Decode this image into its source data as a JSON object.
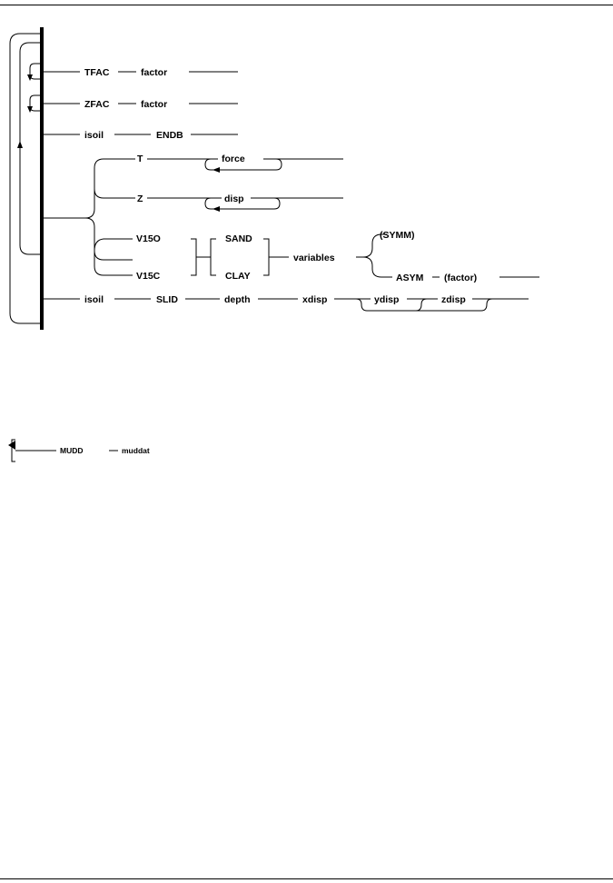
{
  "syntax_diagram": {
    "tokens": {
      "tfac": "TFAC",
      "tfac_factor": "factor",
      "zfac": "ZFAC",
      "zfac_factor": "factor",
      "isoil_1": "isoil",
      "endb": "ENDB",
      "t": "T",
      "force": "force",
      "z": "Z",
      "disp": "disp",
      "v15o": "V15O",
      "v15c": "V15C",
      "sand": "SAND",
      "clay": "CLAY",
      "variables": "variables",
      "symm": "(SYMM)",
      "asym": "ASYM",
      "asym_factor": "(factor)",
      "isoil_2": "isoil",
      "slid": "SLID",
      "depth": "depth",
      "xdisp": "xdisp",
      "ydisp": "ydisp",
      "zdisp": "zdisp"
    }
  },
  "mudd_diagram": {
    "tokens": {
      "mudd": "MUDD",
      "muddat": "muddat"
    }
  }
}
